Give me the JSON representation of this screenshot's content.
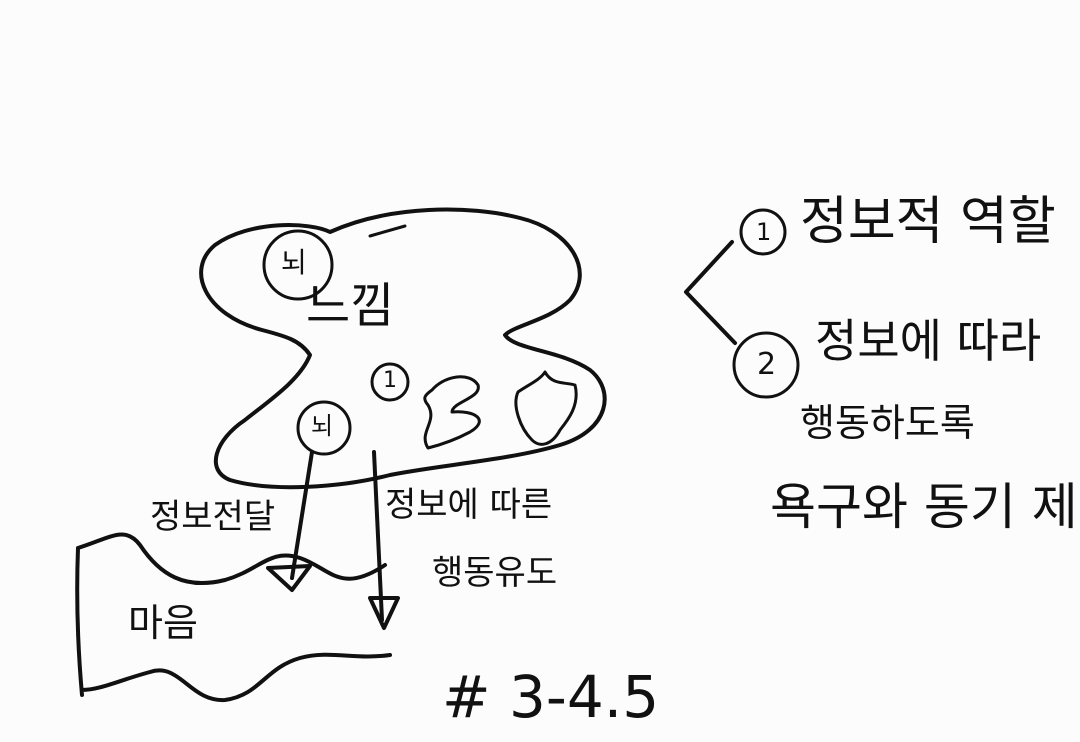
{
  "brain": {
    "title": "느낌",
    "marker_top": "뇌",
    "marker_bottom": "뇌",
    "marker_mid": "1"
  },
  "arrows": {
    "left_label": "정보전달",
    "right_label_line1": "정보에 따른",
    "right_label_line2": "행동유도"
  },
  "mind": {
    "label": "마음"
  },
  "roles": {
    "item1_number": "1",
    "item1_text": "정보적 역할",
    "item2_number": "2",
    "item2_text_line1": "정보에 따라",
    "item2_text_line2": "행동하도록",
    "item2_text_line3": "욕구와 동기 제공"
  },
  "reference": {
    "text": "# 3-4.5"
  }
}
